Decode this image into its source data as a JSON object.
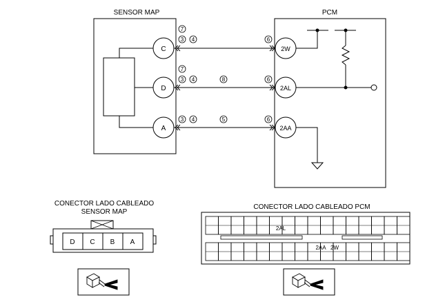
{
  "title_sensor": "SENSOR MAP",
  "title_pcm": "PCM",
  "sensor_terminals": [
    {
      "label": "C"
    },
    {
      "label": "D"
    },
    {
      "label": "A"
    }
  ],
  "pcm_terminals": [
    {
      "label": "2W"
    },
    {
      "label": "2AL"
    },
    {
      "label": "2AA"
    }
  ],
  "wires": [
    {
      "markers": [
        "7",
        "3",
        "4"
      ],
      "mid_marker": "",
      "pcm_marker": "6"
    },
    {
      "markers": [
        "7",
        "3",
        "4"
      ],
      "mid_marker": "8",
      "pcm_marker": "6"
    },
    {
      "markers": [
        "3",
        "4"
      ],
      "mid_marker": "5",
      "pcm_marker": "6"
    }
  ],
  "sensor_connector": {
    "title_line1": "CONECTOR LADO CABLEADO",
    "title_line2": "SENSOR MAP",
    "pins": [
      "D",
      "C",
      "B",
      "A"
    ]
  },
  "pcm_connector": {
    "title": "CONECTOR LADO CABLEADO PCM",
    "label_2al": "2AL",
    "label_2aa": "2AA",
    "label_2w": "2W"
  }
}
